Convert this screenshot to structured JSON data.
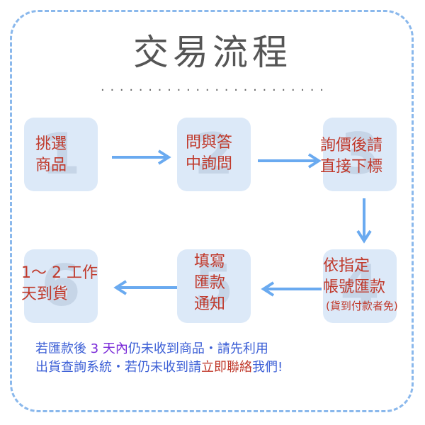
{
  "title": "交易流程",
  "dots": "· · · · · · · · · · · · · · · · · · · · · · · · · · · · · · · · · · · · · · · · · · ·",
  "steps": [
    {
      "num": "1",
      "line1": "挑選",
      "line2": "商品"
    },
    {
      "num": "2",
      "line1": "問與答",
      "line2": "中詢問"
    },
    {
      "num": "3",
      "line1": "詢價後請",
      "line2": "直接下標"
    },
    {
      "num": "4",
      "line1": "依指定",
      "line2": "帳號匯款",
      "note": "(貨到付款者免)"
    },
    {
      "num": "5",
      "line1": "填寫",
      "line2": "匯款",
      "line3": "通知"
    },
    {
      "num": "6",
      "line1": "1～ 2 工作",
      "line2": "天到貨"
    }
  ],
  "note": {
    "p1": "若匯款後 ",
    "p2": "3 天內",
    "p3": "仍未收到商品・請先利用",
    "p4": "出貨查詢系統・若仍未收到請",
    "p5": "立即聯絡",
    "p6": "我們!"
  },
  "colors": {
    "frame": "#8ab8ec",
    "arrow": "#6aaaf0",
    "box": "#dce9f8",
    "label": "#c0392b",
    "note": "#3c5fd6",
    "emphasis": "#7a2ad8"
  }
}
